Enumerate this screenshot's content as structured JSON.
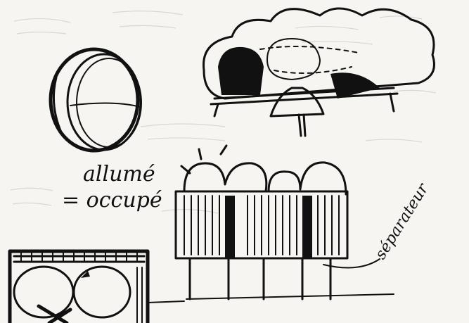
{
  "notes": {
    "label_line1": "allumé",
    "label_line2": "= occupé",
    "separator_label": "séparateur"
  }
}
